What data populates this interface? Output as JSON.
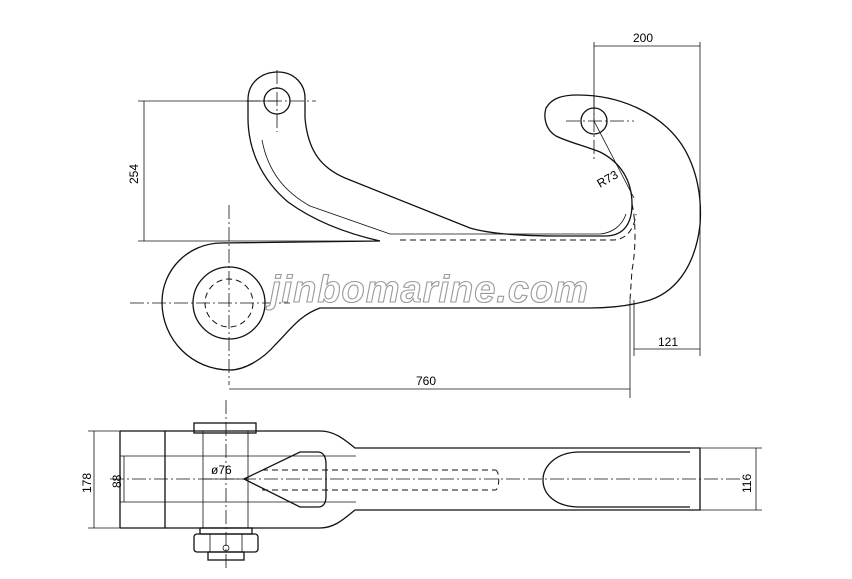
{
  "watermark": "jinbomarine.com",
  "dimensions": {
    "width_200": "200",
    "height_254": "254",
    "radius_r73": "R73",
    "width_121": "121",
    "length_760": "760",
    "diameter_76": "ø76",
    "height_178": "178",
    "height_88": "88",
    "height_116": "116"
  }
}
